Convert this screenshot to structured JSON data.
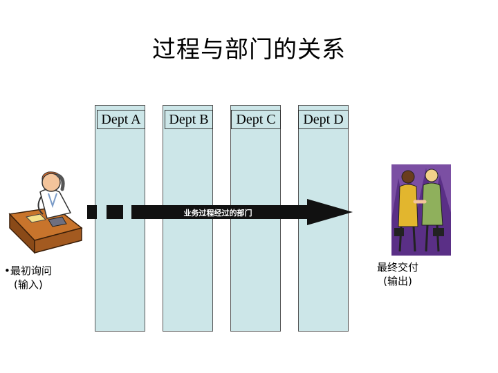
{
  "title": "过程与部门的关系",
  "departments": [
    {
      "label": "Dept A"
    },
    {
      "label": "Dept B"
    },
    {
      "label": "Dept C"
    },
    {
      "label": "Dept D"
    }
  ],
  "flow": {
    "label": "业务过程经过的部门"
  },
  "input": {
    "line1": "•最初询问",
    "line2": "(输入)"
  },
  "output": {
    "line1": "最终交付",
    "line2": "(输出)"
  },
  "colors": {
    "lane": "#cce6e8",
    "arrow": "#111111"
  }
}
